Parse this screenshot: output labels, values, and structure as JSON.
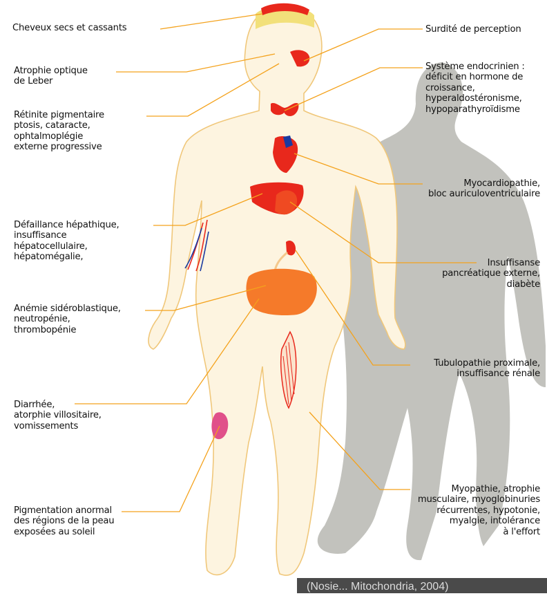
{
  "labels_left": [
    {
      "id": "cheveux",
      "text": "Cheveux secs et cassants"
    },
    {
      "id": "atrophie-optique",
      "text": "Atrophie optique\nde Leber"
    },
    {
      "id": "retinite",
      "text": "Rétinite pigmentaire\nptosis, cataracte,\nophtalmoplégie\nexterne progressive"
    },
    {
      "id": "defaillance",
      "text": "Défaillance hépathique,\ninsuffisance\nhépatocellulaire,\nhépatomégalie,"
    },
    {
      "id": "anemie",
      "text": "Anémie sidéroblastique,\nneutropénie,\nthrombopénie"
    },
    {
      "id": "diarrhee",
      "text": "Diarrhée,\natorphie villositaire,\nvomissements"
    },
    {
      "id": "pigmentation",
      "text": "Pigmentation anormal\ndes régions de la peau\nexposées au soleil"
    }
  ],
  "labels_right": [
    {
      "id": "surdite",
      "text": "Surdité de perception"
    },
    {
      "id": "endocrinien",
      "text": "Système endocrinien :\ndéficit en hormone de\ncroissance,\nhyperaldostéronisme,\nhypoparathyroïdisme"
    },
    {
      "id": "myocardiopathie",
      "text": "Myocardiopathie,\nbloc auriculoventriculaire"
    },
    {
      "id": "pancreas",
      "text": "Insuffisanse\npancréatique externe,\ndiabète"
    },
    {
      "id": "tubulopathie",
      "text": "Tubulopathie proximale,\ninsuffisance rénale"
    },
    {
      "id": "myopathie",
      "text": "Myopathie, atrophie\nmusculaire, myoglobinuries\nrécurrentes, hypotonie,\nmyalgie, intolérance\nà l'effort"
    }
  ],
  "citation": "(Nosie... Mitochondria, 2004)",
  "colors": {
    "leader_line": "#f4a21c",
    "body_fill": "#fdf4e0",
    "body_outline": "#f0c77a",
    "shadow": "#bdbdb8",
    "organ_red": "#e8281c",
    "organ_orange": "#f57a2a",
    "pink_patch": "#e0508a",
    "citation_bg": "#4a4a4a",
    "citation_text": "#dcdcdc"
  }
}
